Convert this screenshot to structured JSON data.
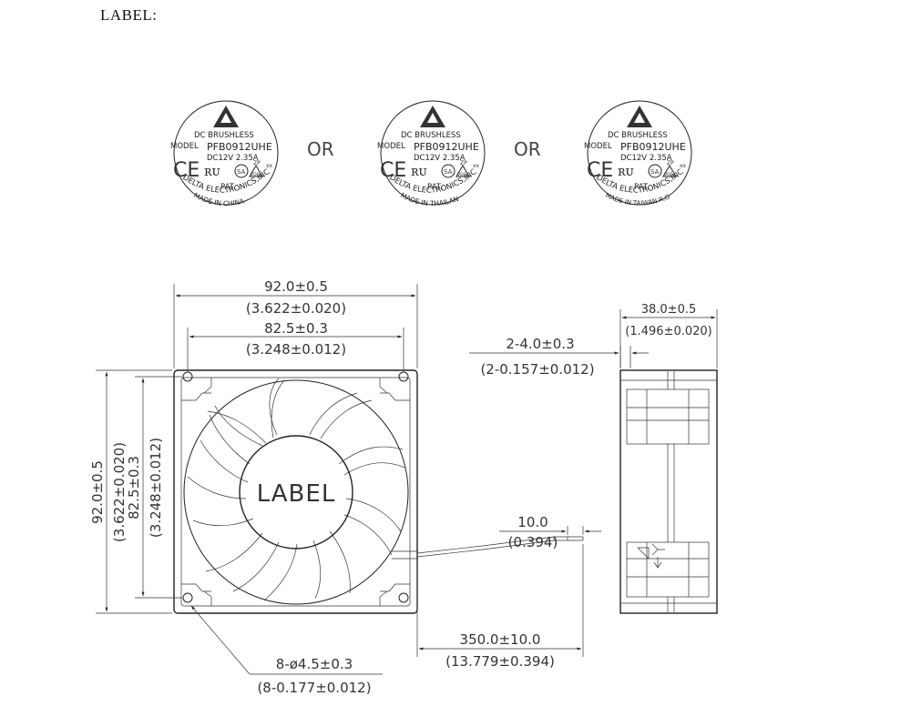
{
  "title": "LABEL:",
  "labels": [
    {
      "line1": "DC  BRUSHLESS",
      "model_prefix": "MODEL",
      "model": "PFB0912UHE",
      "rating": "DC12V   2.35A",
      "pat": "PAT.",
      "company": "DELTA ELECTRONICS,INC",
      "origin": "MADE  IN  CHINA"
    },
    {
      "line1": "DC  BRUSHLESS",
      "model_prefix": "MODEL",
      "model": "PFB0912UHE",
      "rating": "DC12V   2.35A",
      "pat": "PAT.",
      "company": "DELTA ELECTRONICS,INC",
      "origin": "MADE  IN  THAILAND"
    },
    {
      "line1": "DC  BRUSHLESS",
      "model_prefix": "MODEL",
      "model": "PFB0912UHE",
      "rating": "DC12V   2.35A",
      "pat": "PAT.",
      "company": "DELTA ELECTRONICS,INC",
      "origin": "MADE  IN  TAIWAN  R.O.C"
    }
  ],
  "separators": [
    "OR",
    "OR"
  ],
  "cert_marks": {
    "ce": "CE",
    "ul": "ʀᴜ",
    "csa": "SA",
    "tuv": "VDE",
    "zp": "ZP",
    "xx": "xx"
  },
  "front_view": {
    "center_label": "LABEL",
    "width_overall": "92.0±0.5",
    "width_overall_in": "(3.622±0.020)",
    "width_holes": "82.5±0.3",
    "width_holes_in": "(3.248±0.012)",
    "height_overall": "92.0±0.5",
    "height_overall_in": "(3.622±0.020)",
    "height_holes": "82.5±0.3",
    "height_holes_in": "(3.248±0.012)",
    "hole_dia": "8-ø4.5±0.3",
    "hole_dia_in": "(8-0.177±0.012)",
    "lead_length": "350.0±10.0",
    "lead_length_in": "(13.779±0.394)"
  },
  "side_view": {
    "depth": "38.0±0.5",
    "depth_in": "(1.496±0.020)",
    "flange": "2-4.0±0.3",
    "flange_in": "(2-0.157±0.012)",
    "strip": "10.0",
    "strip_in": "(0.394)"
  }
}
